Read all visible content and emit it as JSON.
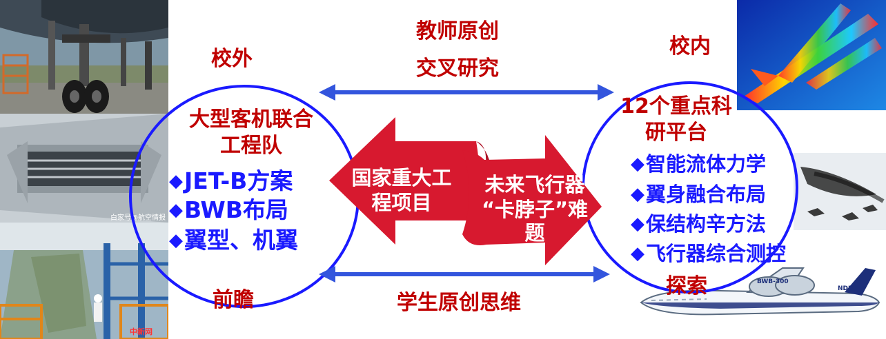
{
  "top_labels": {
    "outside": "校外",
    "inside": "校内",
    "teacher_line1": "教师原创",
    "teacher_line2": "交叉研究",
    "student": "学生原创思维",
    "frontier": "前瞻",
    "explore": "探索"
  },
  "left_circle": {
    "title_line1": "大型客机联合",
    "title_line2": "工程队",
    "items": [
      {
        "icon": "diamond-bullet",
        "text": "JET-B方案"
      },
      {
        "icon": "diamond-bullet",
        "text": "BWB布局"
      },
      {
        "icon": "diamond-bullet",
        "text": "翼型、机翼"
      }
    ]
  },
  "right_circle": {
    "title_line1": "12个重点科",
    "title_line2": "研平台",
    "items": [
      {
        "icon": "diamond-bullet",
        "text": "智能流体力学"
      },
      {
        "icon": "diamond-bullet",
        "text": "翼身融合布局"
      },
      {
        "icon": "diamond-bullet",
        "text": "保结构辛方法"
      },
      {
        "icon": "diamond-bullet",
        "text": "飞行器综合测控"
      }
    ]
  },
  "center_arrows": {
    "left_arrow_line1": "国家重大工",
    "left_arrow_line2": "程项目",
    "right_arrow_line1": "未来飞行器",
    "right_arrow_line2": "“卡脖子”难",
    "right_arrow_line3": "题"
  },
  "photo_text": {
    "watermark_top": "白家号@航空情报",
    "watermark_bottom": "中新网",
    "bwb_tag": "BWB-300",
    "bwb_sub": "NDU"
  },
  "colors": {
    "dark_red": "#c00000",
    "blue": "#1a1aff",
    "arrow_red": "#d7192f",
    "arrow_blue": "#3355dd"
  }
}
